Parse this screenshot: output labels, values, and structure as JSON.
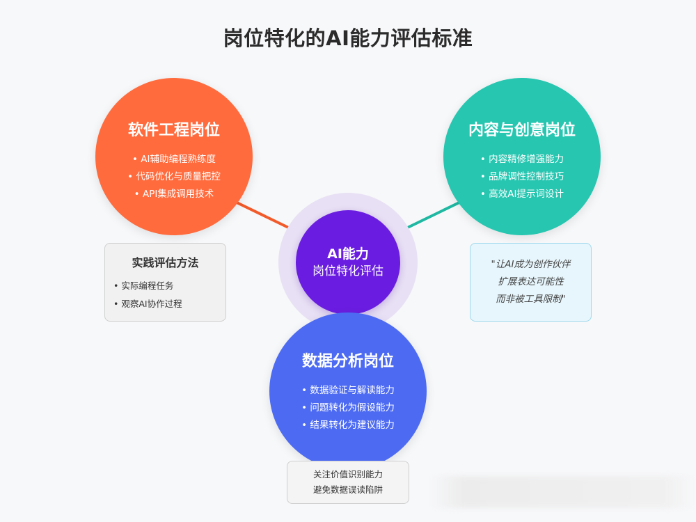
{
  "title": "岗位特化的AI能力评估标准",
  "center": {
    "title": "AI能力",
    "subtitle": "岗位特化评估"
  },
  "roles": {
    "software": {
      "title": "软件工程岗位",
      "items": [
        "AI辅助编程熟练度",
        "代码优化与质量把控",
        "API集成调用技术"
      ],
      "color": "#ff6b3d"
    },
    "content": {
      "title": "内容与创意岗位",
      "items": [
        "内容精修增强能力",
        "品牌调性控制技巧",
        "高效AI提示词设计"
      ],
      "color": "#26c6b0"
    },
    "data": {
      "title": "数据分析岗位",
      "items": [
        "数据验证与解读能力",
        "问题转化为假设能力",
        "结果转化为建议能力"
      ],
      "color": "#4d6bf2"
    }
  },
  "practice_box": {
    "title": "实践评估方法",
    "items": [
      "实际编程任务",
      "观察AI协作过程"
    ]
  },
  "quote_box": {
    "lines": [
      "\"让AI成为创作伙伴",
      "扩展表达可能性",
      "而非被工具限制\""
    ]
  },
  "value_box": {
    "lines": [
      "关注价值识别能力",
      "避免数据误读陷阱"
    ]
  },
  "center_color": "#6a1de0"
}
